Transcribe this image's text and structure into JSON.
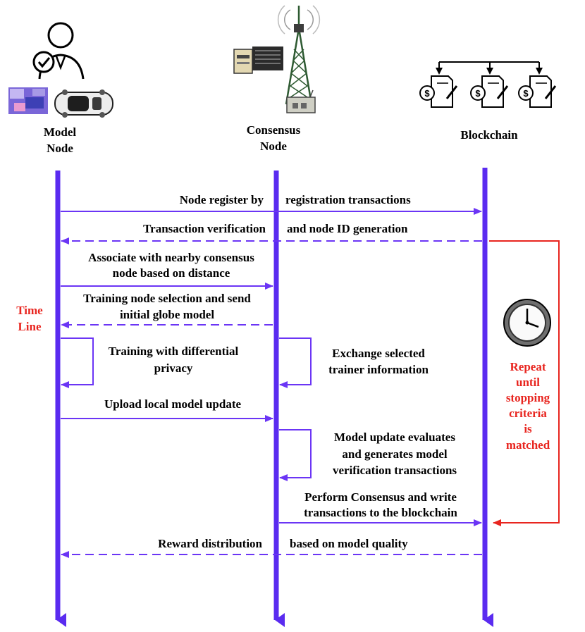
{
  "actors": {
    "model": {
      "line1": "Model",
      "line2": "Node",
      "icons": [
        "user-check-icon",
        "image-thumbnail-icon",
        "car-icon"
      ]
    },
    "consensus": {
      "line1": "Consensus",
      "line2": "Node",
      "icons": [
        "server-icon",
        "antenna-tower-icon",
        "router-icon"
      ]
    },
    "blockchain": {
      "label": "Blockchain",
      "icons": [
        "contract-document-icon",
        "contract-document-icon",
        "contract-document-icon"
      ]
    }
  },
  "timeline": {
    "line1": "Time",
    "line2": "Line"
  },
  "clock": {
    "icon": "clock-icon"
  },
  "repeat": [
    "Repeat",
    "until",
    "stopping",
    "criteria",
    "is",
    "matched"
  ],
  "messages": {
    "m1": {
      "left": "Node register by",
      "right": "registration transactions"
    },
    "m2": {
      "left": "Transaction verification",
      "right": "and node ID generation"
    },
    "m3": {
      "line1": "Associate with nearby consensus",
      "line2": "node based on distance"
    },
    "m4": {
      "line1": "Training node selection and send",
      "line2": "initial globe model"
    },
    "m5": {
      "line1": "Training with differential",
      "line2": "privacy"
    },
    "m6": {
      "line1": "Exchange selected",
      "line2": "trainer information"
    },
    "m7": {
      "line1": "Upload local model update"
    },
    "m8": {
      "line1": "Model update evaluates",
      "line2": "and generates model",
      "line3": "verification transactions"
    },
    "m9": {
      "line1": "Perform Consensus and write",
      "line2": "transactions to the blockchain"
    },
    "m10": {
      "left": "Reward distribution",
      "right": "based on model quality"
    }
  },
  "colors": {
    "lifeline": "#5a2bf0",
    "arrow": "#6b35f5",
    "loop": "#e8251f",
    "text": "#000000"
  }
}
